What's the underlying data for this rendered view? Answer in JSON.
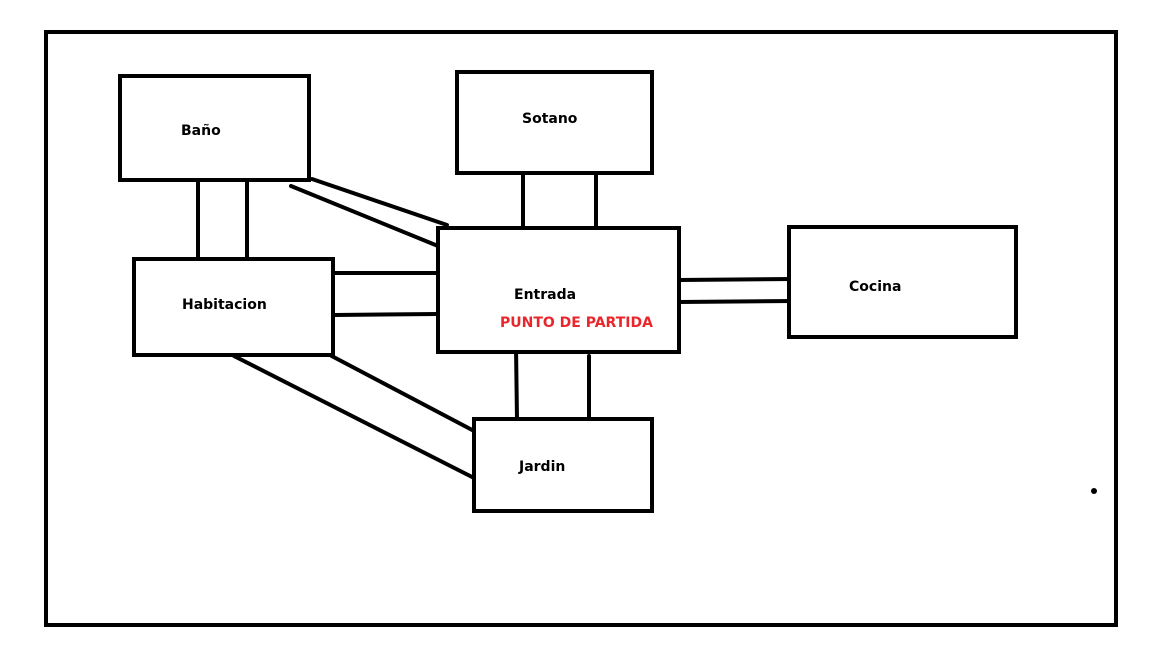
{
  "colors": {
    "background": "#ffffff",
    "ink": "#000000",
    "start_marker": "#e8262b"
  },
  "rooms": {
    "bano": "Baño",
    "sotano": "Sotano",
    "habitacion": "Habitacion",
    "entrada": "Entrada",
    "cocina": "Cocina",
    "jardin": "Jardin"
  },
  "start_label": "PUNTO DE PARTIDA",
  "connections": [
    [
      "bano",
      "habitacion"
    ],
    [
      "bano",
      "entrada"
    ],
    [
      "sotano",
      "entrada"
    ],
    [
      "habitacion",
      "entrada"
    ],
    [
      "entrada",
      "cocina"
    ],
    [
      "entrada",
      "jardin"
    ],
    [
      "habitacion",
      "jardin"
    ]
  ]
}
